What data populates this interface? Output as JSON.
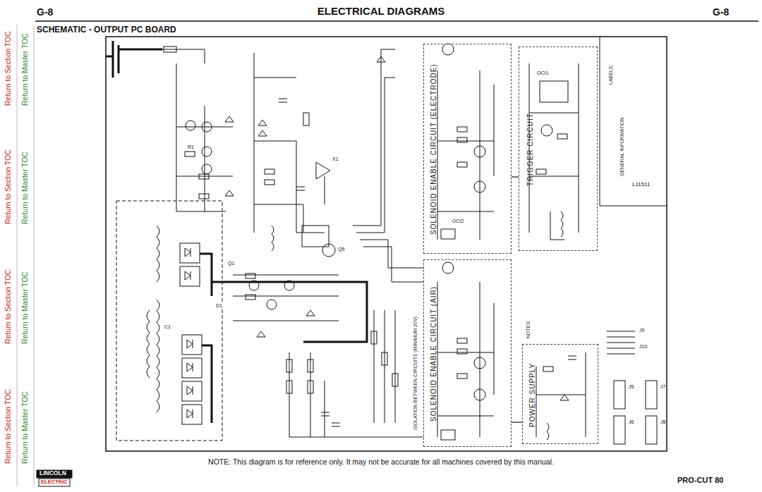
{
  "diagram": {
    "title": "ELECTRICAL DIAGRAMS",
    "caption": "NOTE: This diagram is for reference only. It may not be accurate for all machines covered by this manual.",
    "nodes": [
      {
        "text": [
          "SOLENOID ENABLE CIRCUIT (ELECTRODE)"
        ]
      },
      {
        "text": [
          "SOLENOID ENABLE CIRCUIT (AIR)"
        ]
      },
      {
        "text": [
          "TRIGGER CIRCUIT"
        ]
      },
      {
        "text": [
          "POWER SUPPLY"
        ]
      }
    ],
    "edges": [
      {
        "from": 2,
        "to": 0,
        "arrow": "none"
      },
      {
        "from": 3,
        "to": 1,
        "arrow": "none"
      }
    ],
    "labels": [
      "G-8",
      "G-8",
      "SCHEMATIC - OUTPUT PC BOARD",
      "Return to Section TOC",
      "Return to Master TOC",
      "Return to Section TOC",
      "Return to Master TOC",
      "Return to Section TOC",
      "Return to Master TOC",
      "Return to Section TOC",
      "Return to Master TOC",
      "LINCOLN",
      "ELECTRIC",
      "PRO-CUT 80",
      "L11511",
      "ISOLATION BETWEEN CIRCUITS (MINIMUM 20V)",
      "NOTES:",
      "J5",
      "J6",
      "J7",
      "J8",
      "J9",
      "J10",
      "R1",
      "C1",
      "D1",
      "Q1",
      "X1",
      "OCI1",
      "OCI2",
      "Q5",
      "LABELS:",
      "GENERAL INFORMATION"
    ]
  }
}
